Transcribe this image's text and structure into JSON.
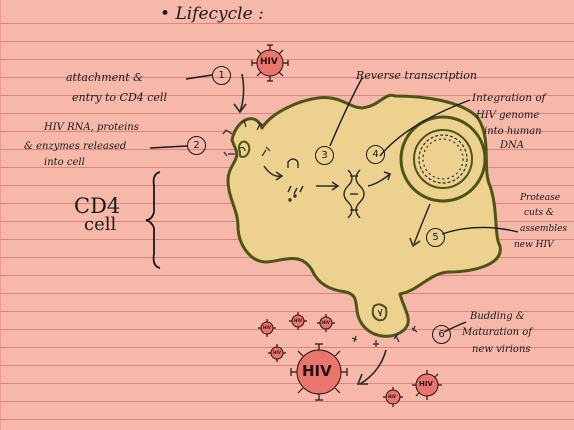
{
  "title": "Lifecycle :",
  "steps": [
    {
      "number": "1",
      "lines": [
        "attachment &",
        "entry  to CD4 cell"
      ]
    },
    {
      "number": "2",
      "lines": [
        "HIV RNA, proteins",
        "& enzymes released",
        "into cell"
      ]
    },
    {
      "number": "3",
      "lines": [
        "Reverse transcription"
      ]
    },
    {
      "number": "4",
      "lines": [
        "Integration of",
        "HIV genome",
        "into human",
        "DNA"
      ]
    },
    {
      "number": "5",
      "lines": [
        "Protease",
        "cuts &",
        "assembles",
        "new HIV"
      ]
    },
    {
      "number": "6",
      "lines": [
        "Budding &",
        "Maturation of",
        "new virions"
      ]
    }
  ],
  "cell_label": [
    "CD4",
    "cell"
  ],
  "virus_label": "HIV",
  "colors": {
    "paper": "#f6b8a8",
    "rule": "#d7877a",
    "cell": "#ecd18f",
    "outline": "#4e5317",
    "virus": "#e8766e",
    "ink": "#1a1a1a"
  }
}
